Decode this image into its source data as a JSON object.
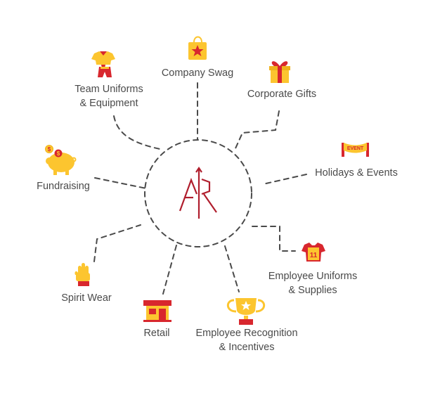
{
  "center": {
    "logo_text": "AR",
    "colors": {
      "logo": "#b01e2d",
      "ring": "#4a4a4a"
    }
  },
  "nodes": [
    {
      "id": "team-uniforms",
      "icon": "jersey-and-shorts-icon",
      "lines": [
        "Team Uniforms",
        "& Equipment"
      ]
    },
    {
      "id": "company-swag",
      "icon": "shopping-bag-star-icon",
      "lines": [
        "Company Swag"
      ]
    },
    {
      "id": "corporate-gifts",
      "icon": "gift-box-icon",
      "lines": [
        "Corporate Gifts"
      ]
    },
    {
      "id": "holidays-events",
      "icon": "event-banner-icon",
      "banner_text": "EVENT",
      "lines": [
        "Holidays & Events"
      ]
    },
    {
      "id": "employee-uniforms",
      "icon": "numbered-jersey-icon",
      "jersey_number": "11",
      "lines": [
        "Employee Uniforms",
        "& Supplies"
      ]
    },
    {
      "id": "employee-recognition",
      "icon": "trophy-icon",
      "lines": [
        "Employee Recognition",
        "& Incentives"
      ]
    },
    {
      "id": "retail",
      "icon": "storefront-icon",
      "lines": [
        "Retail"
      ]
    },
    {
      "id": "spirit-wear",
      "icon": "foam-hand-icon",
      "lines": [
        "Spirit Wear"
      ]
    },
    {
      "id": "fundraising",
      "icon": "piggy-bank-icon",
      "coin_text": "$",
      "lines": [
        "Fundraising"
      ]
    }
  ],
  "palette": {
    "yellow": "#fcc52f",
    "red": "#d8272e",
    "dark_red": "#9e1b24",
    "text": "#4a4a4a"
  }
}
